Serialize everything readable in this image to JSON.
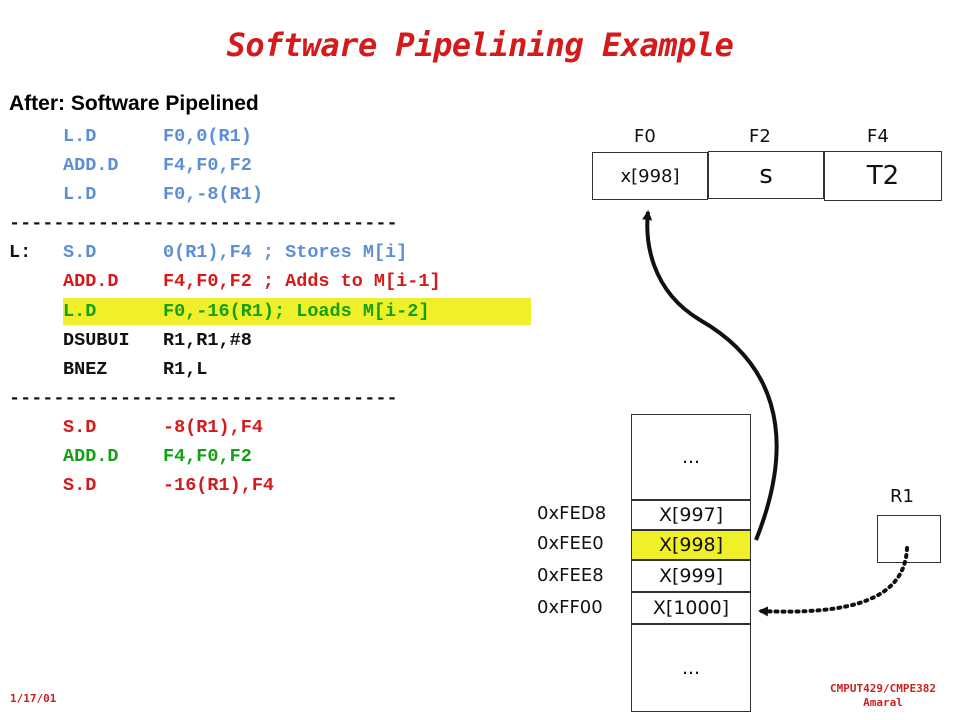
{
  "title": "Software Pipelining Example",
  "subtitle": "After: Software Pipelined",
  "code": {
    "pre": [
      {
        "label": "",
        "op": "L.D",
        "args": "F0,0(R1)"
      },
      {
        "label": "",
        "op": "ADD.D",
        "args": "F4,F0,F2"
      },
      {
        "label": "",
        "op": "L.D",
        "args": "F0,-8(R1)"
      }
    ],
    "separator": "-----------------------------------",
    "loop": [
      {
        "label": "L:",
        "op": "S.D",
        "args": "0(R1),F4 ; Stores M[i]"
      },
      {
        "label": "",
        "op": "ADD.D",
        "args": "F4,F0,F2 ; Adds to M[i-1]"
      },
      {
        "label": "",
        "op": "L.D",
        "args": "F0,-16(R1); Loads M[i-2]"
      },
      {
        "label": "",
        "op": "DSUBUI",
        "args": "R1,R1,#8"
      },
      {
        "label": "",
        "op": "BNEZ",
        "args": "R1,L"
      }
    ],
    "post": [
      {
        "label": "",
        "op": "S.D",
        "args": "-8(R1),F4"
      },
      {
        "label": "",
        "op": "ADD.D",
        "args": "F4,F0,F2"
      },
      {
        "label": "",
        "op": "S.D",
        "args": "-16(R1),F4"
      }
    ],
    "highlighted_line": "L.D F0,-16(R1); Loads M[i-2]"
  },
  "registers": [
    {
      "name": "F0",
      "value": "x[998]"
    },
    {
      "name": "F2",
      "value": "s"
    },
    {
      "name": "F4",
      "value": "T2"
    }
  ],
  "r1": {
    "name": "R1",
    "value": ""
  },
  "memory": {
    "top_ellipsis": "...",
    "bottom_ellipsis": "...",
    "cells": [
      {
        "addr": "0xFED8",
        "value": "X[997]",
        "highlight": false
      },
      {
        "addr": "0xFEE0",
        "value": "X[998]",
        "highlight": true
      },
      {
        "addr": "0xFEE8",
        "value": "X[999]",
        "highlight": false
      },
      {
        "addr": "0xFF00",
        "value": "X[1000]",
        "highlight": false
      }
    ]
  },
  "footer": {
    "date": "1/17/01",
    "course": "CMPUT429/CMPE382",
    "author": "Amaral"
  },
  "colors": {
    "title": "#d41a1a",
    "highlight": "#f0f02a",
    "blue": "#5c8fd6",
    "green": "#14a014"
  }
}
